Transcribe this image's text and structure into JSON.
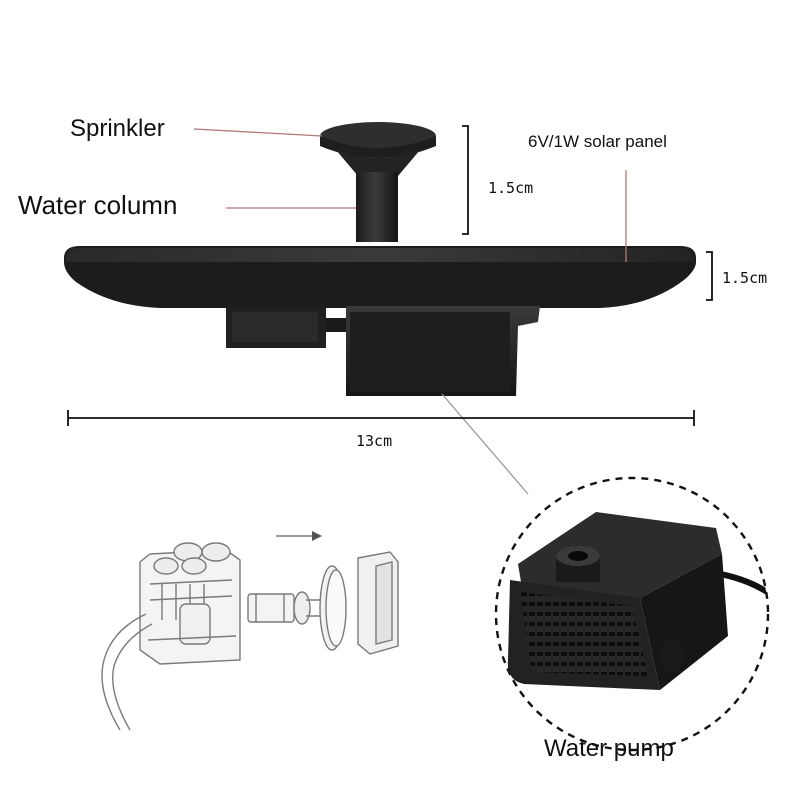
{
  "labels": {
    "sprinkler": "Sprinkler",
    "water_column": "Water column",
    "solar_panel": "6V/1W solar panel",
    "water_pump": "Water pump"
  },
  "dimensions": {
    "column_height": "1.5cm",
    "panel_thickness": "1.5cm",
    "diameter": "13cm"
  },
  "colors": {
    "product_black": "#1c1c1c",
    "leader_line": "#b07a7a",
    "dimension_line": "#111111",
    "sketch_line": "#7a7a7a"
  }
}
